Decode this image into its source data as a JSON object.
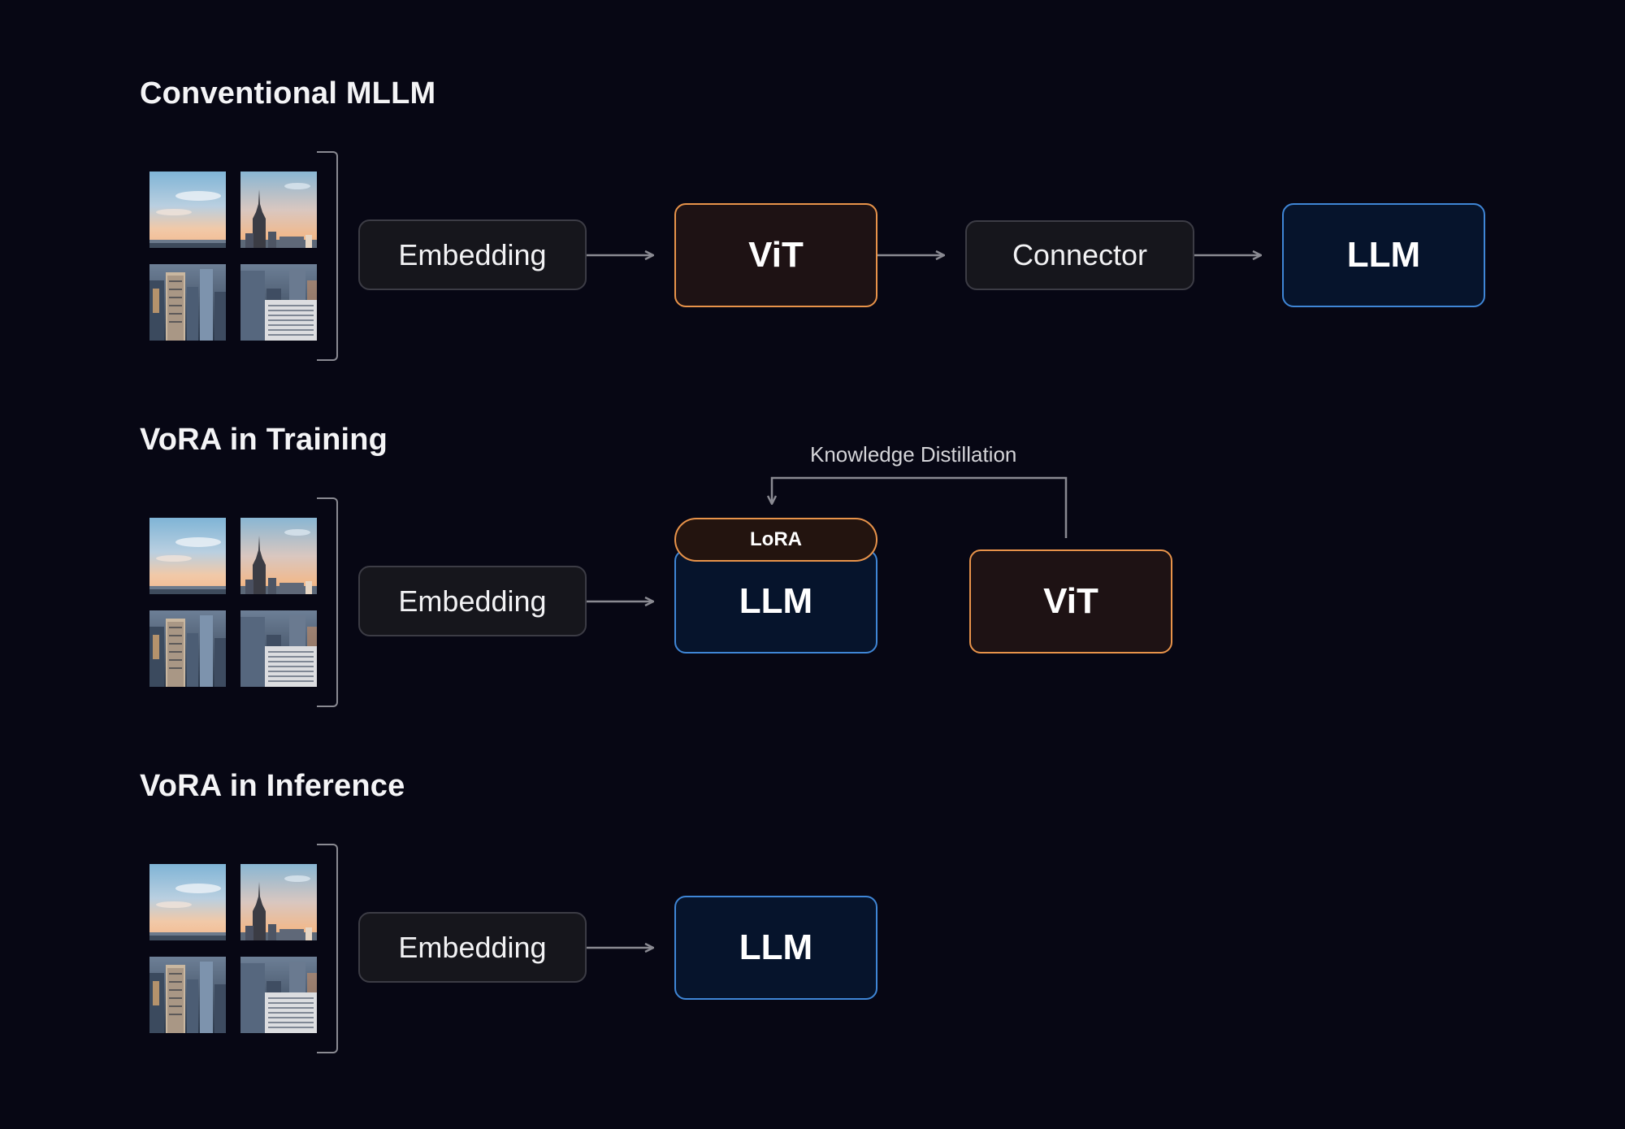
{
  "sections": [
    {
      "title": "Conventional MLLM",
      "embedding": "Embedding",
      "vit": "ViT",
      "connector": "Connector",
      "llm": "LLM"
    },
    {
      "title": "VoRA in Training",
      "embedding": "Embedding",
      "lora": "LoRA",
      "llm": "LLM",
      "vit": "ViT",
      "distillation_label": "Knowledge Distillation"
    },
    {
      "title": "VoRA in Inference",
      "embedding": "Embedding",
      "llm": "LLM"
    }
  ],
  "colors": {
    "background": "#070714",
    "vit_border": "#e8934a",
    "llm_border": "#3f86d6",
    "neutral_border": "#3c3c45",
    "arrow": "#8a8a92"
  }
}
